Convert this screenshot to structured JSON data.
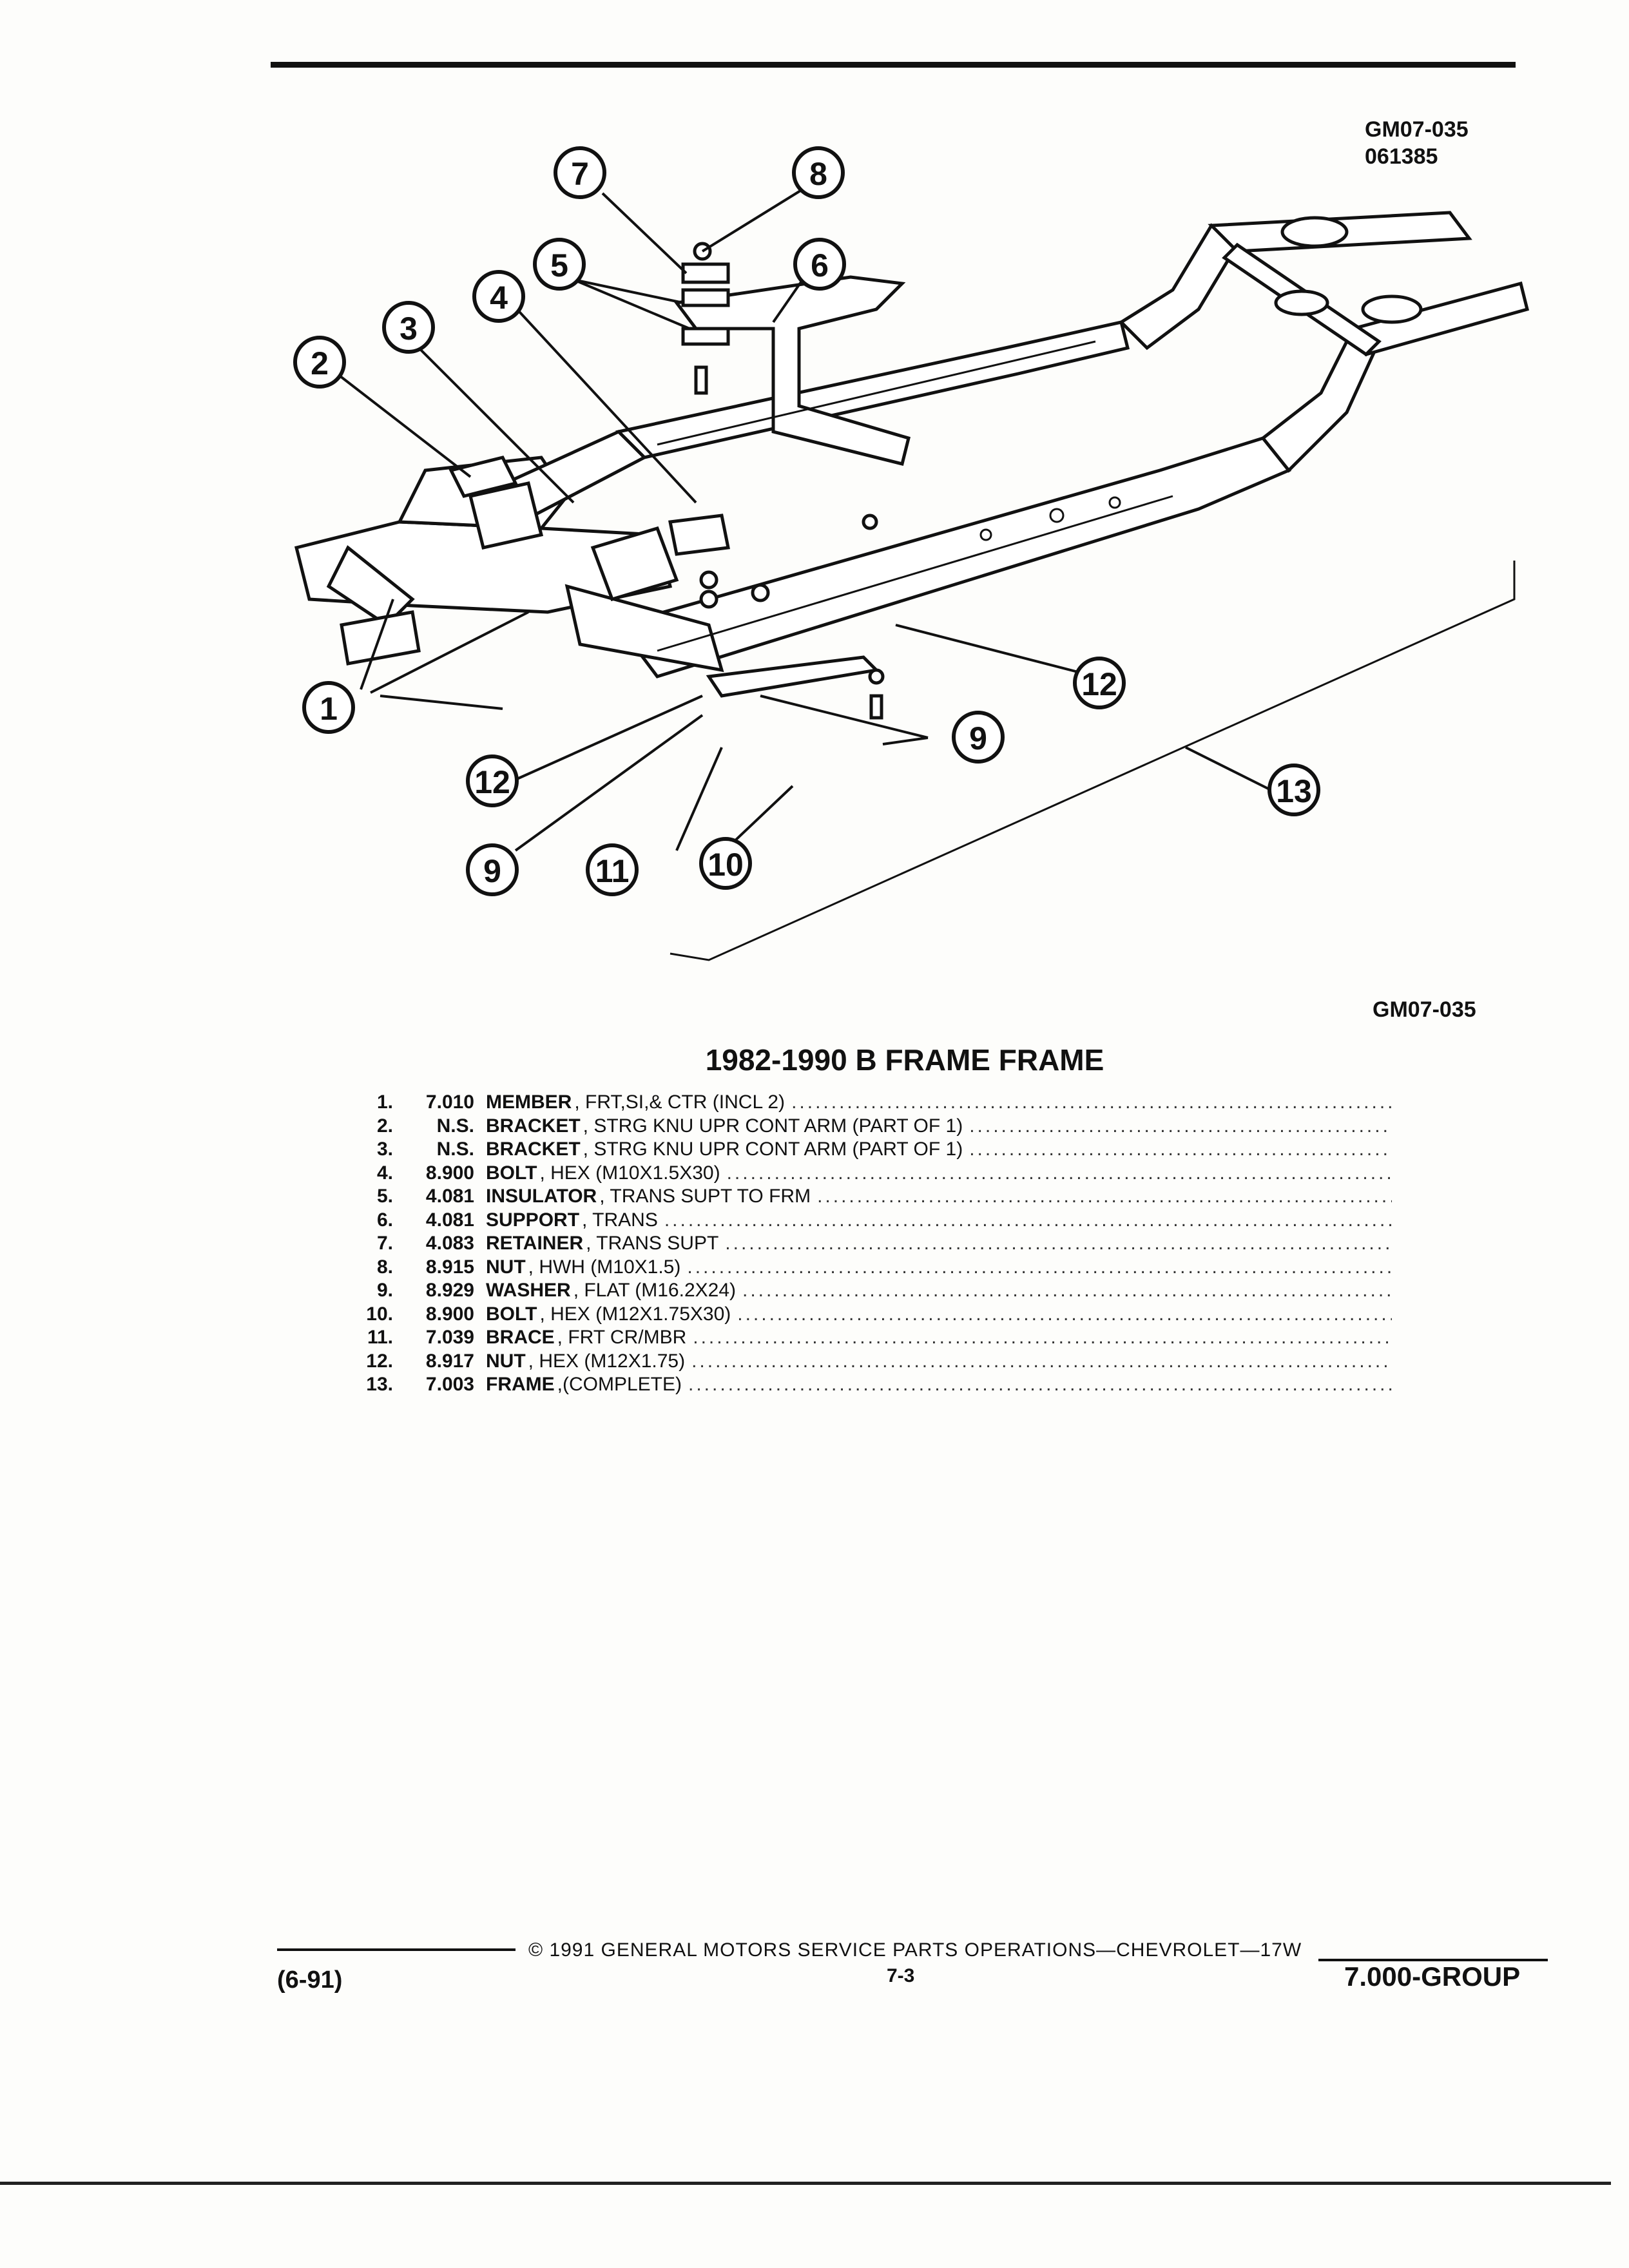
{
  "header": {
    "code_line1": "GM07-035",
    "code_line2": "061385"
  },
  "diagram": {
    "callouts": [
      "1",
      "2",
      "3",
      "4",
      "5",
      "6",
      "7",
      "8",
      "9",
      "9",
      "10",
      "11",
      "12",
      "12",
      "13"
    ],
    "code": "GM07-035"
  },
  "title": "1982-1990 B FRAME FRAME",
  "parts": [
    {
      "num": "1.",
      "group": "7.010",
      "name": "MEMBER",
      "desc": ", FRT,SI,& CTR (INCL 2)"
    },
    {
      "num": "2.",
      "group": "N.S.",
      "name": "BRACKET",
      "desc": ", STRG KNU UPR CONT ARM (PART OF 1)"
    },
    {
      "num": "3.",
      "group": "N.S.",
      "name": "BRACKET",
      "desc": ", STRG KNU UPR CONT ARM (PART OF 1)"
    },
    {
      "num": "4.",
      "group": "8.900",
      "name": "BOLT",
      "desc": ", HEX (M10X1.5X30)"
    },
    {
      "num": "5.",
      "group": "4.081",
      "name": "INSULATOR",
      "desc": ", TRANS SUPT TO FRM"
    },
    {
      "num": "6.",
      "group": "4.081",
      "name": "SUPPORT",
      "desc": ", TRANS"
    },
    {
      "num": "7.",
      "group": "4.083",
      "name": "RETAINER",
      "desc": ", TRANS SUPT"
    },
    {
      "num": "8.",
      "group": "8.915",
      "name": "NUT",
      "desc": ", HWH (M10X1.5)"
    },
    {
      "num": "9.",
      "group": "8.929",
      "name": "WASHER",
      "desc": ", FLAT (M16.2X24)"
    },
    {
      "num": "10.",
      "group": "8.900",
      "name": "BOLT",
      "desc": ", HEX (M12X1.75X30)"
    },
    {
      "num": "11.",
      "group": "7.039",
      "name": "BRACE",
      "desc": ", FRT CR/MBR"
    },
    {
      "num": "12.",
      "group": "8.917",
      "name": "NUT",
      "desc": ", HEX (M12X1.75)"
    },
    {
      "num": "13.",
      "group": "7.003",
      "name": "FRAME",
      "desc": ",(COMPLETE)"
    }
  ],
  "footer": {
    "date": "(6-91)",
    "copyright": "© 1991 GENERAL MOTORS SERVICE PARTS OPERATIONS—CHEVROLET—17W",
    "page": "7-3",
    "group": "7.000-GROUP"
  }
}
